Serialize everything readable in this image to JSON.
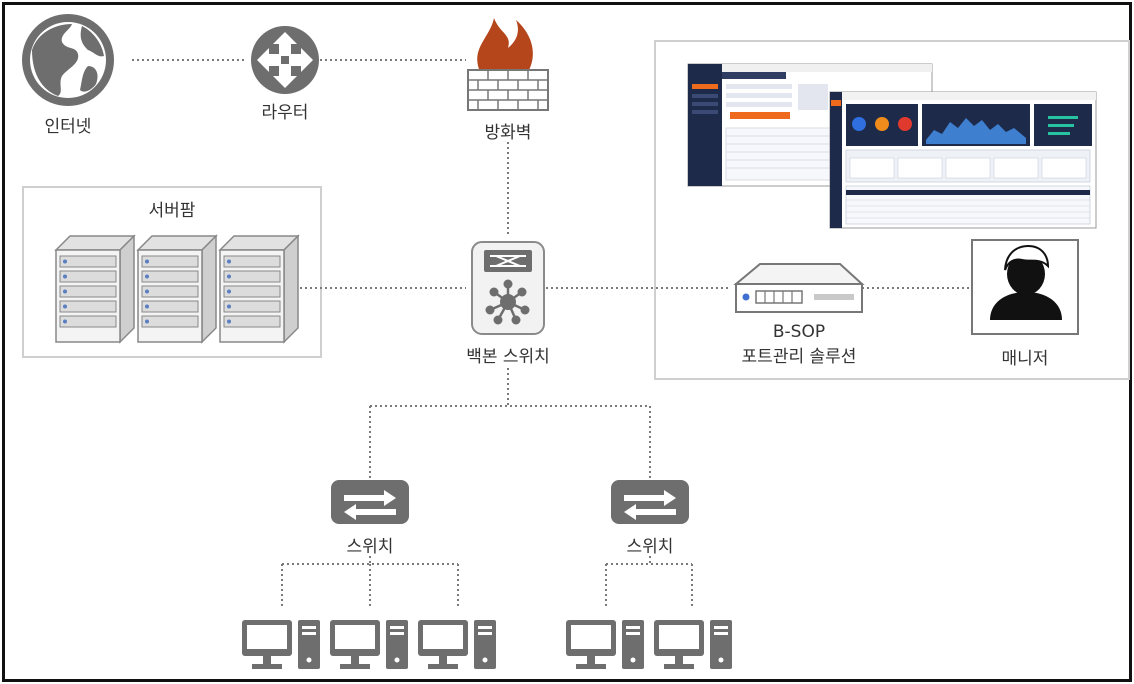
{
  "labels": {
    "internet": "인터넷",
    "router": "라우터",
    "firewall": "방화벽",
    "server_farm": "서버팜",
    "backbone_switch": "백본 스위치",
    "bsop_line1": "B-SOP",
    "bsop_line2": "포트관리 솔루션",
    "manager": "매니저",
    "switch_left": "스위치",
    "switch_right": "스위치"
  },
  "colors": {
    "icon_gray": "#6e6e6e",
    "line_gray": "#7a7a7a",
    "screen_navy": "#1d2a4a",
    "accent_orange": "#ee6a1c"
  }
}
